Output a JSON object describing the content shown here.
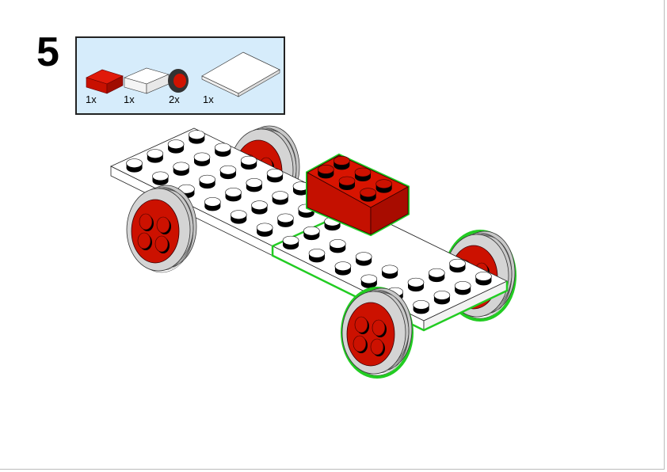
{
  "step": {
    "number": "5"
  },
  "parts_list": [
    {
      "icon": "red-2x3-brick-icon",
      "quantity": "1x"
    },
    {
      "icon": "white-technic-brick-icon",
      "quantity": "1x"
    },
    {
      "icon": "wheel-icon",
      "quantity": "2x"
    },
    {
      "icon": "white-4x8-plate-icon",
      "quantity": "1x"
    }
  ],
  "colors": {
    "brick_red": "#cc1100",
    "highlight_green": "#22cc22",
    "callout_bg": "#d6ecfb"
  }
}
